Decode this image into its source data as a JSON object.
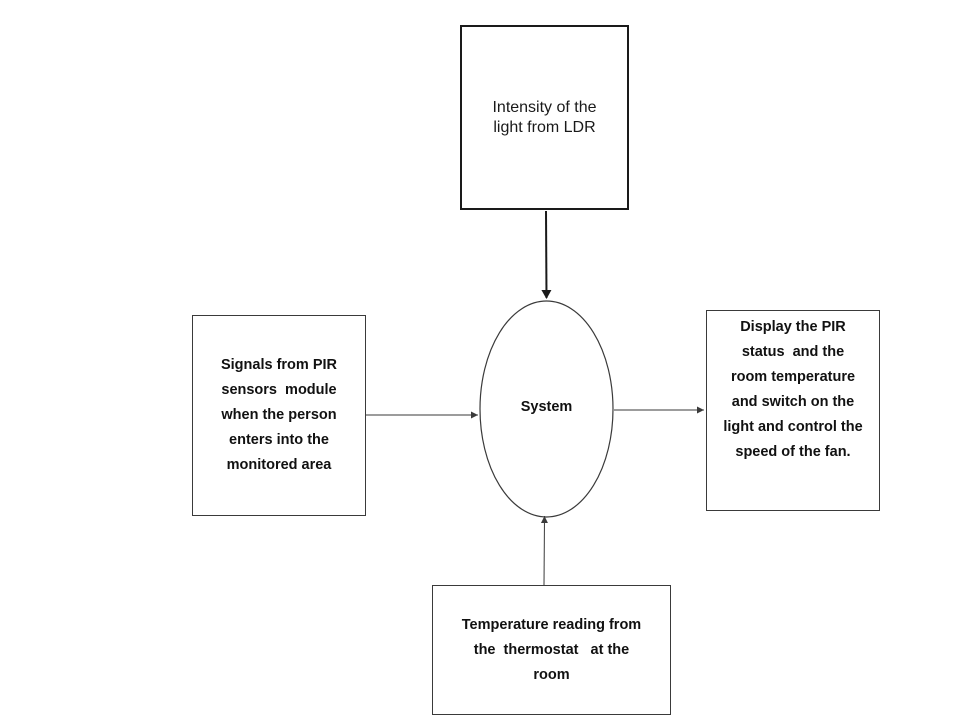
{
  "diagram": {
    "nodes": {
      "ldr": {
        "lines": [
          "Intensity of the",
          "light from LDR"
        ]
      },
      "pir": {
        "lines": [
          "Signals from PIR",
          "sensors  module",
          "when the person",
          "enters into the",
          "monitored area"
        ]
      },
      "system": {
        "label": "System"
      },
      "output": {
        "lines": [
          "Display the PIR",
          "status  and the",
          "room temperature",
          "and switch on the",
          "light and control the",
          "speed of the fan."
        ]
      },
      "temperature": {
        "lines": [
          "Temperature reading from",
          "the  thermostat   at the",
          "room"
        ]
      }
    },
    "edges": [
      {
        "from": "ldr",
        "to": "system"
      },
      {
        "from": "pir",
        "to": "system"
      },
      {
        "from": "system",
        "to": "output"
      },
      {
        "from": "temperature",
        "to": "system"
      }
    ]
  }
}
